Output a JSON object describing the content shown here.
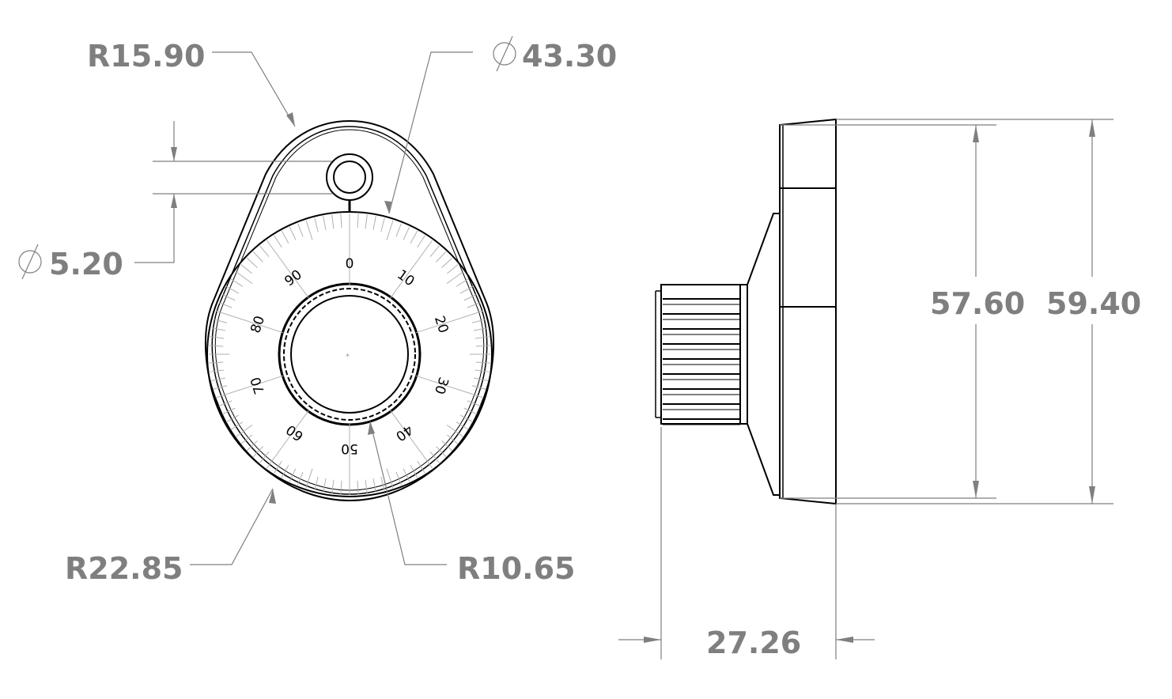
{
  "drawing": {
    "type": "engineering-drawing",
    "views": [
      "front",
      "side"
    ],
    "colors": {
      "geometry": "#000000",
      "dimension": "#7f7f7f",
      "ticks": "#b0b0b0",
      "background": "#ffffff"
    }
  },
  "front_view": {
    "dial_numbers": [
      "0",
      "10",
      "20",
      "30",
      "40",
      "50",
      "60",
      "70",
      "80",
      "90"
    ],
    "dimensions": {
      "r_top": {
        "prefix": "R",
        "value": "R15.90"
      },
      "dia_dial": {
        "symbol": "⌀",
        "value": "43.30"
      },
      "dia_hole": {
        "symbol": "⌀",
        "value": "5.20"
      },
      "r_bottom": {
        "prefix": "R",
        "value": "R22.85"
      },
      "r_knob": {
        "prefix": "R",
        "value": "R10.65"
      }
    }
  },
  "side_view": {
    "dimensions": {
      "height_inner": {
        "value": "57.60"
      },
      "height_outer": {
        "value": "59.40"
      },
      "depth": {
        "value": "27.26"
      }
    }
  }
}
